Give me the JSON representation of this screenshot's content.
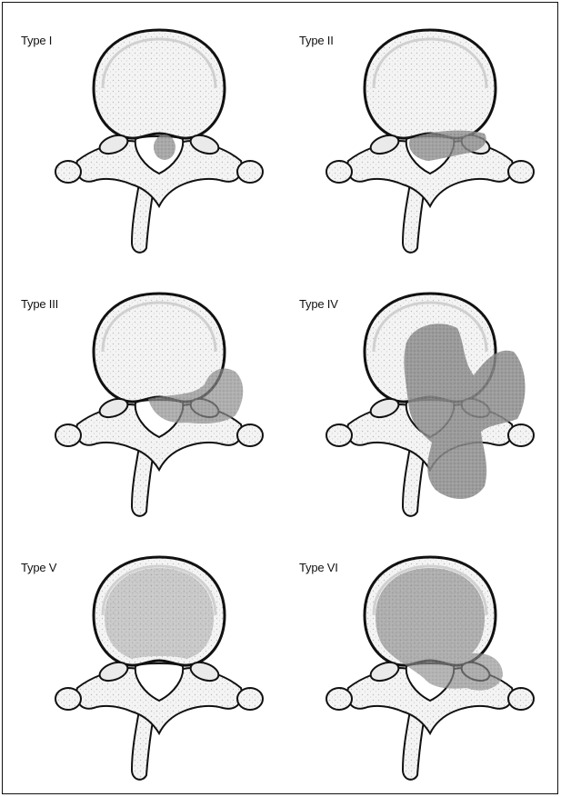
{
  "figure": {
    "panels": [
      {
        "label": "Type I"
      },
      {
        "label": "Type II"
      },
      {
        "label": "Type III"
      },
      {
        "label": "Type IV"
      },
      {
        "label": "Type V"
      },
      {
        "label": "Type VI"
      }
    ],
    "colors": {
      "outline": "#111111",
      "bone_fill": "#f3f3f3",
      "bone_shade": "#c8c8c8",
      "tumor": "#8a8a8a"
    }
  }
}
